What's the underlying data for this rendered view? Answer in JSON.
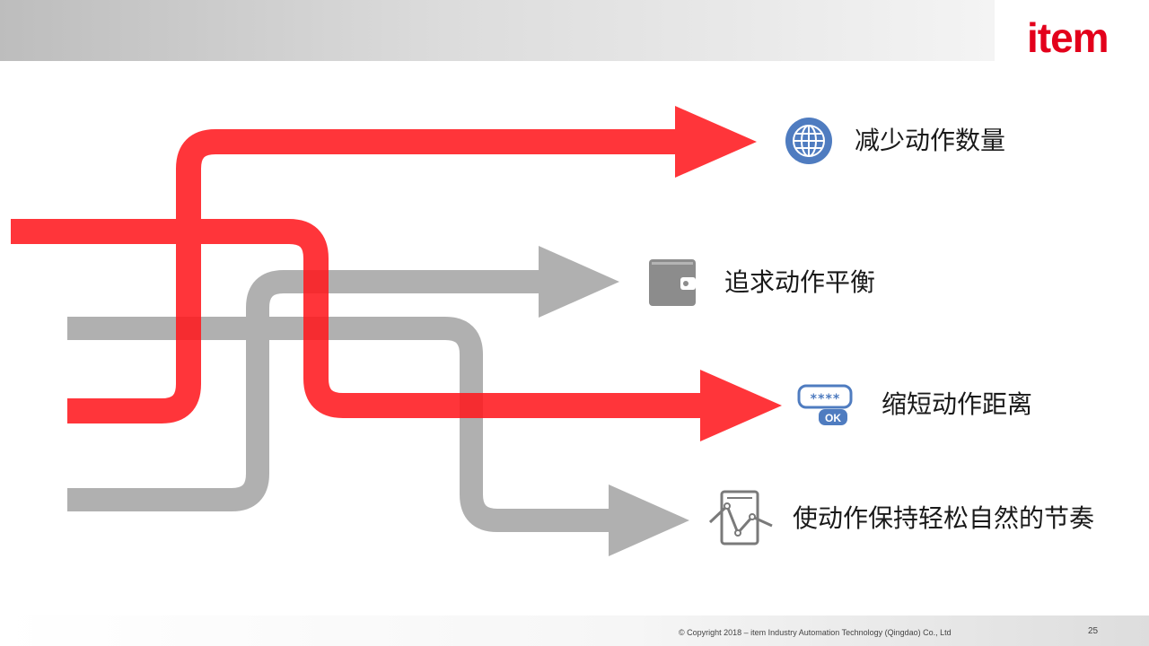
{
  "header": {
    "logo_text": "item"
  },
  "items": [
    {
      "label": "减少动作数量",
      "icon": "globe-icon",
      "arrow_color": "#ff1a1f"
    },
    {
      "label": "追求动作平衡",
      "icon": "wallet-icon",
      "arrow_color": "#a6a6a6"
    },
    {
      "label": "缩短动作距离",
      "icon": "password-ok-icon",
      "arrow_color": "#ff1a1f"
    },
    {
      "label": "使动作保持轻松自然的节奏",
      "icon": "tablet-chart-icon",
      "arrow_color": "#a6a6a6"
    }
  ],
  "colors": {
    "red": "#ff1a1f",
    "gray": "#a6a6a6",
    "icon_blue": "#4f7cc0",
    "icon_gray": "#8c8c8c",
    "brand": "#e3001b"
  },
  "footer": {
    "copyright": "© Copyright 2018 – item Industry Automation Technology (Qingdao) Co., Ltd",
    "page_number": "25"
  }
}
